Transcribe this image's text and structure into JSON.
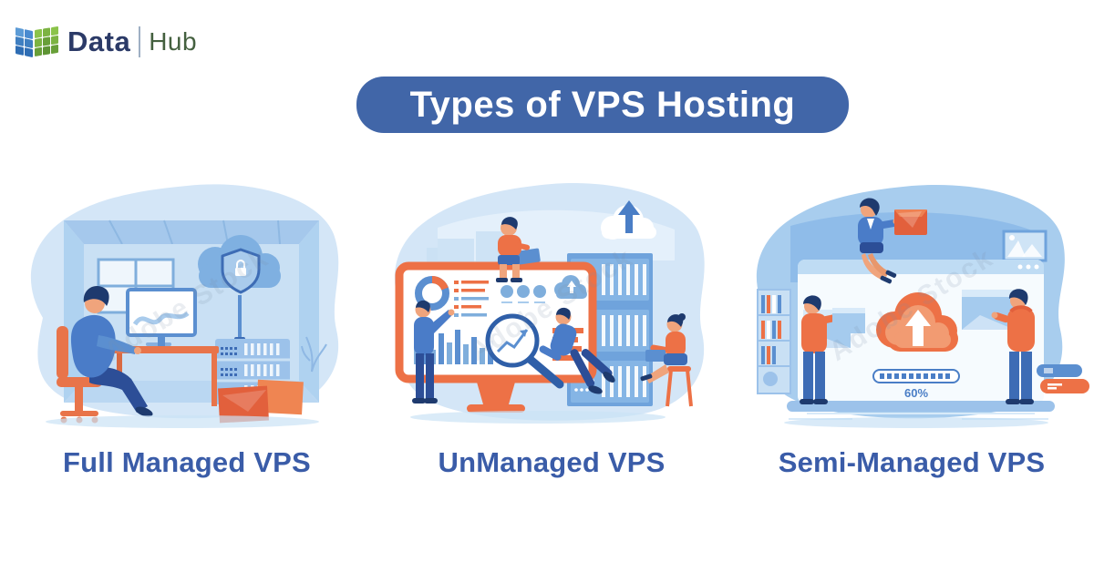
{
  "logo": {
    "brand_primary": "Data",
    "brand_secondary": "Hub",
    "icon": "cube-grid-logo-icon"
  },
  "title": {
    "text": "Types of VPS Hosting"
  },
  "watermark_text": "Adobe Stock",
  "colors": {
    "title_bg": "#4166A8",
    "title_text": "#FFFFFF",
    "label_text": "#3A5CA8",
    "logo_primary": "#2B3A67",
    "logo_secondary": "#44603F",
    "illustration_light_blue": "#D4E6F7",
    "illustration_medium_blue": "#A8CDEE",
    "illustration_accent_orange": "#ED7146",
    "figure_blue": "#4A7CC8"
  },
  "sections": [
    {
      "label": "Full Managed VPS",
      "illustration_alt": "admin at desk with secured cloud (shield lock), server rack and folders"
    },
    {
      "label": "UnManaged VPS",
      "illustration_alt": "team analyzing dashboard on big monitor with magnifier beside server towers and upload cloud"
    },
    {
      "label": "Semi-Managed VPS",
      "illustration_alt": "team uploading files to cloud on large laptop screen",
      "upload_progress": "60%"
    }
  ]
}
